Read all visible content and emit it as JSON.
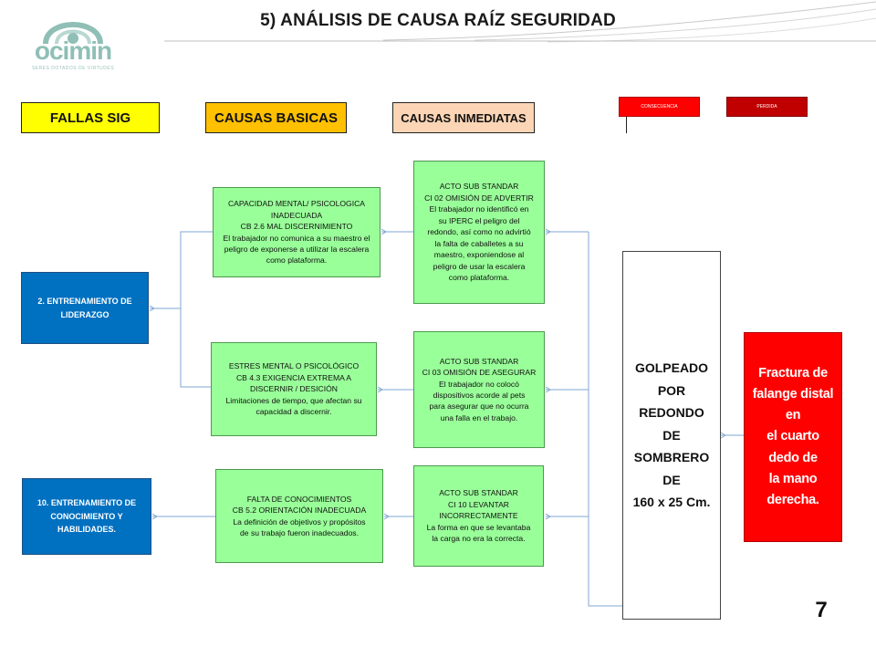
{
  "slide": {
    "title": "5) ANÁLISIS DE CAUSA RAÍZ SEGURIDAD",
    "page_number": "7",
    "logo": {
      "name": "ocimin",
      "tagline": "SERES DOTADOS DE VIRTUDES"
    }
  },
  "headers": {
    "fallas": "FALLAS SIG",
    "basicas": "CAUSAS BASICAS",
    "inmediatas": "CAUSAS INMEDIATAS"
  },
  "legend": {
    "item1": "CONSECUENCIA",
    "item2": "PERDIDA",
    "color1": "#ff0000",
    "color2": "#c00000"
  },
  "fallas_sig": [
    [
      "2. ENTRENAMIENTO DE",
      "LIDERAZGO"
    ],
    [
      "10. ENTRENAMIENTO DE",
      "CONOCIMIENTO Y",
      "HABILIDADES."
    ]
  ],
  "causas_basicas": [
    [
      "CAPACIDAD MENTAL/ PSICOLOGICA",
      "INADECUADA",
      "CB 2.6 MAL DISCERNIMIENTO",
      "El trabajador no comunica a su maestro el",
      "peligro de exponerse a utilizar la escalera",
      "como plataforma."
    ],
    [
      "ESTRES MENTAL O PSICOLÓGICO",
      "CB 4.3 EXIGENCIA EXTREMA A",
      "DISCERNIR / DESICIÓN",
      "Limitaciones de tiempo, que afectan su",
      "capacidad a discernir."
    ],
    [
      "FALTA DE CONOCIMIENTOS",
      "CB 5.2 ORIENTACIÓN INADECUADA",
      "La definición de objetivos y propósitos",
      "de su trabajo fueron inadecuados."
    ]
  ],
  "causas_inmediatas": [
    [
      "ACTO SUB STANDAR",
      "CI 02 OMISIÓN DE ADVERTIR",
      "El trabajador no identificó en",
      "su IPERC el peligro del",
      "redondo, así como no advirtió",
      "la falta de caballetes a su",
      "maestro, exponiendose al",
      "peligro de usar la escalera",
      "como plataforma."
    ],
    [
      "ACTO SUB STANDAR",
      "CI 03 OMISIÓN DE ASEGURAR",
      "El trabajador no colocó",
      "dispositivos acorde al pets",
      "para asegurar que no ocurra",
      "una falla en el trabajo."
    ],
    [
      "ACTO SUB STANDAR",
      "CI 10 LEVANTAR",
      "INCORRECTAMENTE",
      "La forma en que se levantaba",
      "la carga no era la correcta."
    ]
  ],
  "evento": [
    "GOLPEADO POR",
    "REDONDO DE",
    "SOMBRERO DE",
    "160 x 25 Cm."
  ],
  "perdida": [
    "Fractura de",
    "falange distal en",
    "el cuarto dedo de",
    "la mano derecha."
  ],
  "colors": {
    "falla_fill": "#0070c0",
    "basica_fill": "#99ff99",
    "inmediata_fill": "#99ff99",
    "perdida_fill": "#ff0000",
    "header_fallas": "#ffff00",
    "header_basicas": "#ffc000",
    "header_inmediatas": "#fbd5b5",
    "connector": "#7fa7d4"
  }
}
